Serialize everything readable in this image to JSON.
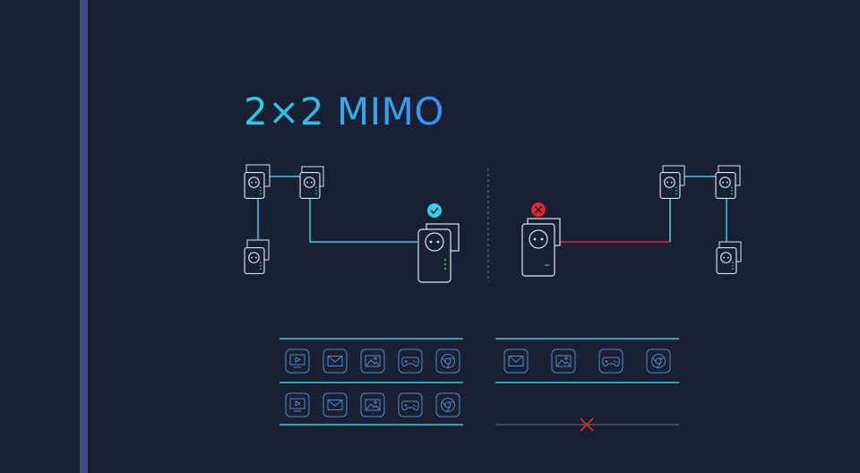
{
  "title": "2×2 MIMO",
  "colors": {
    "background": "#1a2034",
    "sidebar": "#3f4d86",
    "device": "#dce4f2",
    "link_good": "#2fcfe0",
    "link_bad": "#e02a2a",
    "led": "#2ee57d",
    "status_ok": "#2fd3e4",
    "status_error": "#e3262b",
    "stream_line": "#2fcfe0",
    "lost_stream_line": "#6b7185",
    "icon_stroke": "#5a86c8"
  },
  "left_panel": {
    "status": "ok",
    "streams": [
      {
        "icons": [
          "video-icon",
          "mail-icon",
          "image-icon",
          "gamepad-icon",
          "browser-icon"
        ]
      },
      {
        "icons": [
          "video-icon",
          "mail-icon",
          "image-icon",
          "gamepad-icon",
          "browser-icon"
        ]
      }
    ]
  },
  "right_panel": {
    "status": "error",
    "streams": [
      {
        "icons": [
          "mail-icon",
          "image-icon",
          "gamepad-icon",
          "browser-icon"
        ]
      },
      {
        "icons": [],
        "failed": true
      }
    ]
  }
}
